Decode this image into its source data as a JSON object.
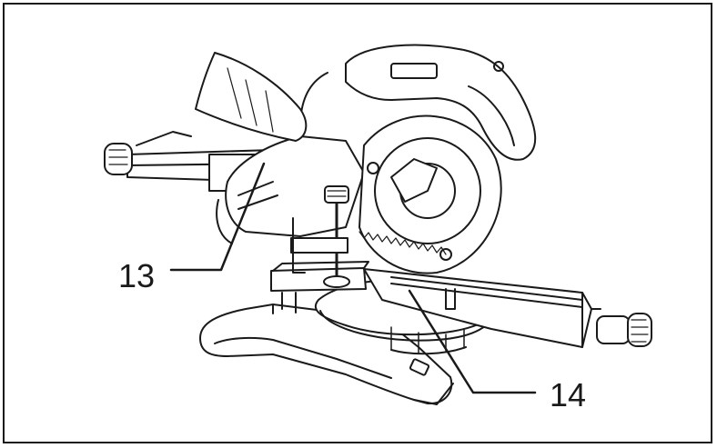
{
  "figure": {
    "callouts": [
      {
        "id": "13",
        "label": "13"
      },
      {
        "id": "14",
        "label": "14"
      }
    ],
    "colors": {
      "ink": "#1a1a1a",
      "paper": "#ffffff",
      "shade": "#bdbdbd"
    }
  }
}
